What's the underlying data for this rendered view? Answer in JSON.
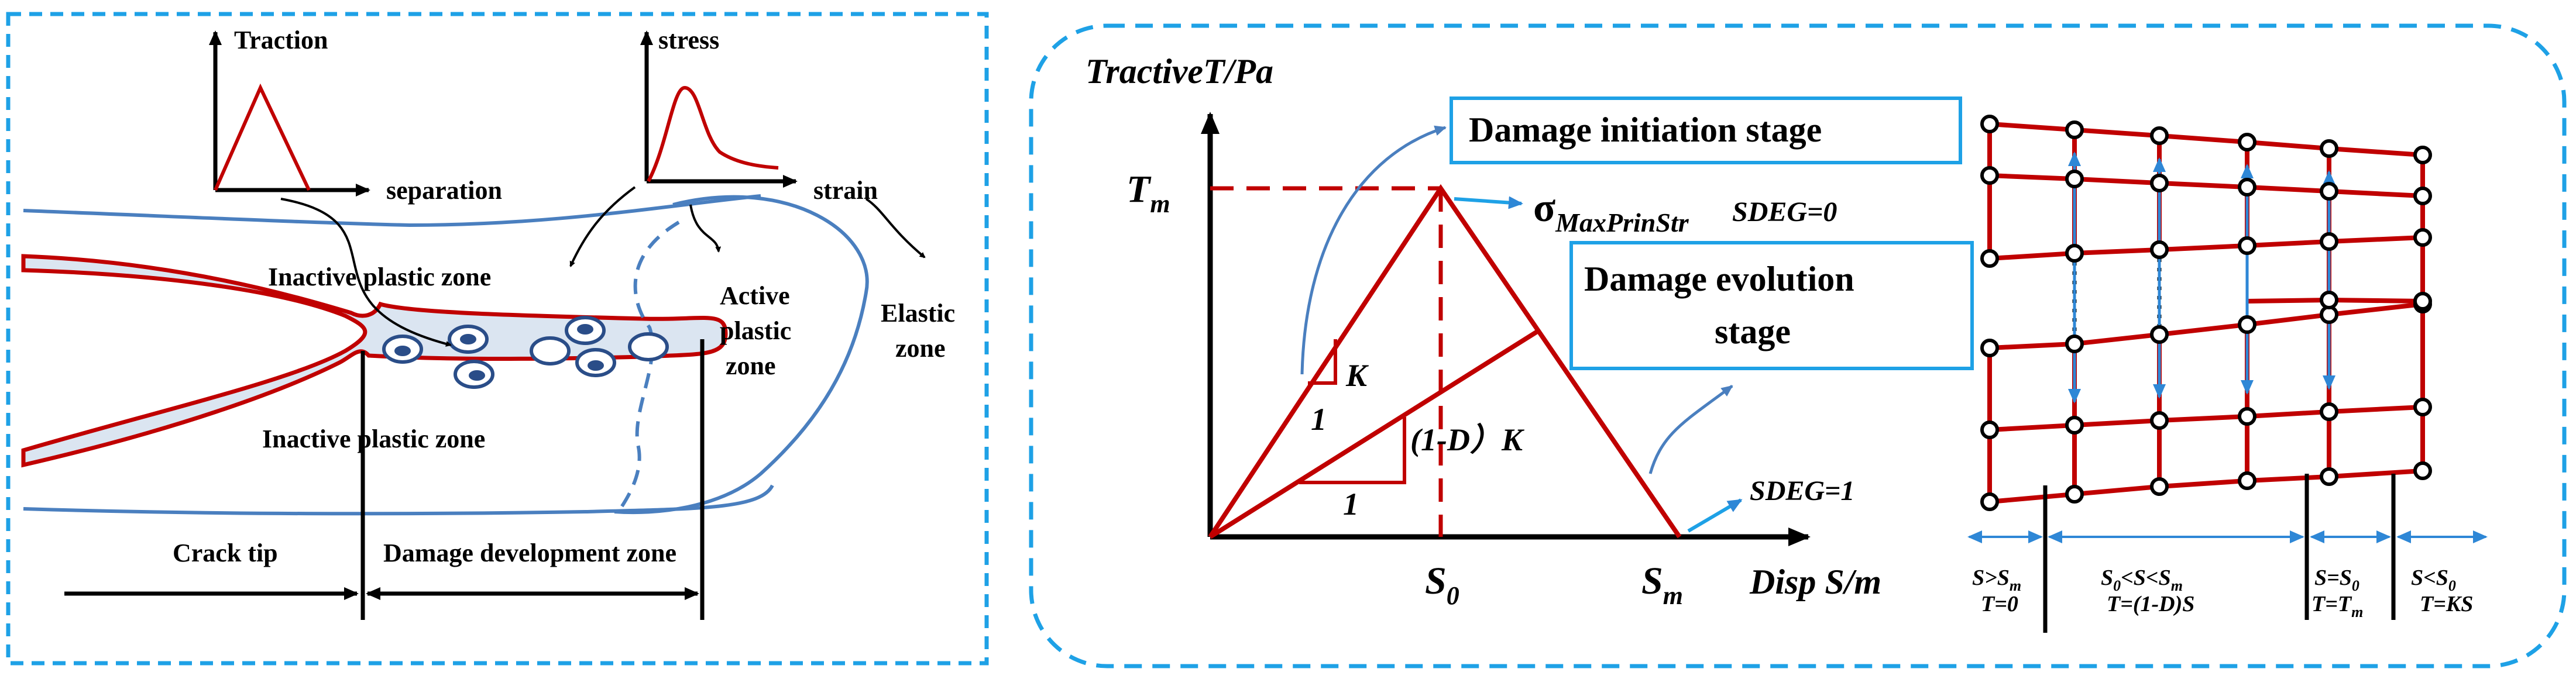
{
  "colors": {
    "frame": "#1ea1e6",
    "red": "#c00000",
    "blue": "#4a7fbf",
    "zone_fill": "#dbe5f1",
    "arrow_blue": "#2e87d6"
  },
  "left_panel": {
    "traction_axis_label": "Traction",
    "separation_axis_label": "separation",
    "stress_axis_label": "stress",
    "strain_axis_label": "strain",
    "inactive_top_label": "Inactive plastic zone",
    "inactive_bottom_label": "Inactive plastic zone",
    "active_label_1": "Active",
    "active_label_2": "plastic",
    "active_label_3": "zone",
    "elastic_label_1": "Elastic",
    "elastic_label_2": "zone",
    "crack_tip_label": "Crack tip",
    "damage_zone_label": "Damage development zone"
  },
  "right_panel": {
    "y_axis_label": "TractiveT/Pa",
    "tm_label_main": "T",
    "tm_label_sub": "m",
    "s0_label_main": "S",
    "s0_label_sub": "0",
    "sm_label_main": "S",
    "sm_label_sub": "m",
    "x_axis_label": "Disp S/m",
    "initiation_box": "Damage initiation stage",
    "evolution_box_1": "Damage evolution",
    "evolution_box_2": "stage",
    "sigma_symbol": "σ",
    "sigma_sub": "MaxPrinStr",
    "sdeg0_label": "SDEG=0",
    "sdeg1_label": "SDEG=1",
    "k_label": "K",
    "one_label_1": "1",
    "one_label_2": "1",
    "degraded_k_label": "(1-D）K",
    "mesh_labels": {
      "r1_top": "S>S",
      "r1_top_sub": "m",
      "r1_bot": "T=0",
      "r2_top_a": "S",
      "r2_top_a_sub": "0",
      "r2_top_b": "<S<S",
      "r2_top_b_sub": "m",
      "r2_bot": "T=(1-D)S",
      "r3_top": "S=S",
      "r3_top_sub": "0",
      "r3_bot": "T=T",
      "r3_bot_sub": "m",
      "r4_top": "S<S",
      "r4_top_sub": "0",
      "r4_bot": "T=KS"
    }
  }
}
